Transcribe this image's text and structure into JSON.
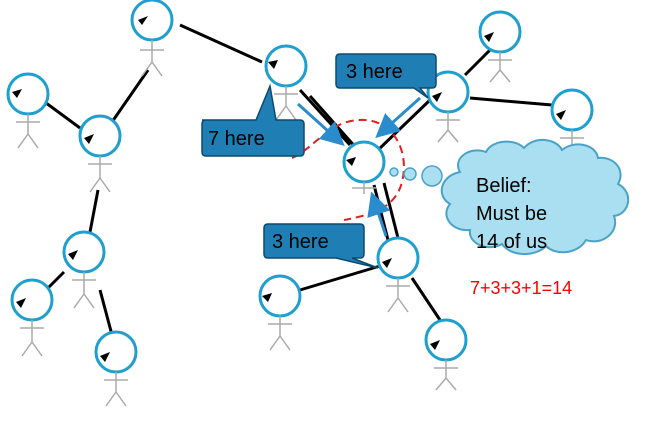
{
  "callouts": {
    "left": "7 here",
    "top_right": "3 here",
    "bottom": "3 here"
  },
  "thought": {
    "line1": "Belief:",
    "line2": "Must be",
    "line3": "14 of us"
  },
  "equation": "7+3+3+1=14",
  "colors": {
    "callout_fill": "#1f7fb5",
    "callout_stroke": "#0d4a6e",
    "arrow": "#2a8ccc",
    "cloud_fill": "#a9dff0",
    "cloud_stroke": "#4aa3c7",
    "equation": "#ff0000",
    "dashed": "#e02020",
    "head_stroke": "#1e9fd0"
  }
}
